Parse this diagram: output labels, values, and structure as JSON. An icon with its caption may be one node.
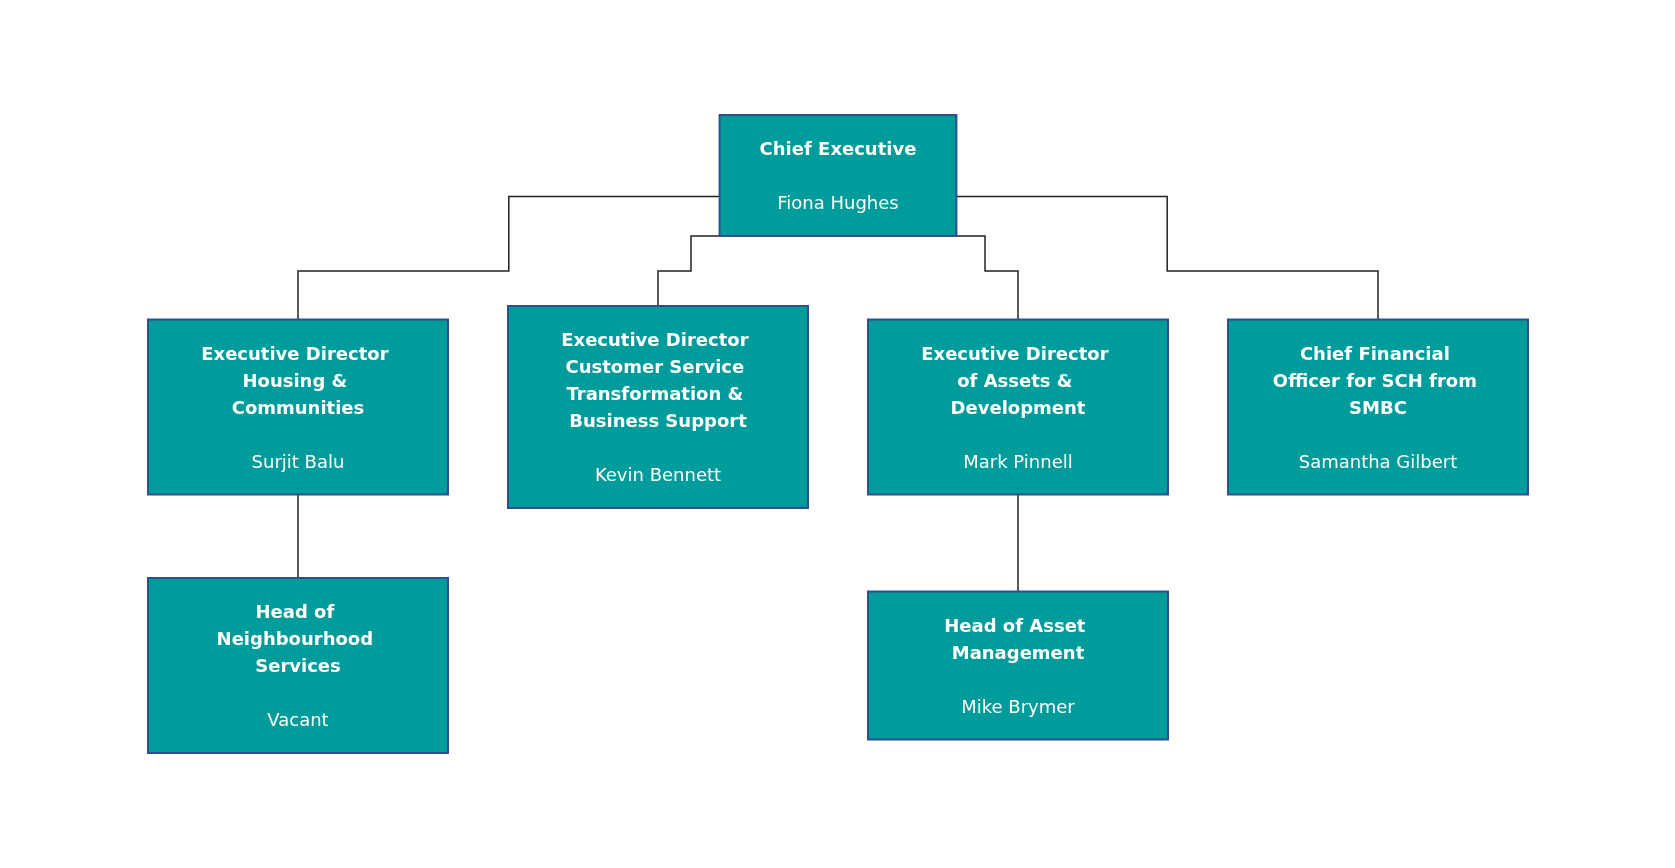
{
  "diagram": {
    "nodes": [
      {
        "text": [
          "Chief Executive",
          "Fiona Hughes"
        ]
      },
      {
        "text": [
          "Executive Director Housing & Communities",
          "Surjit Balu"
        ]
      },
      {
        "text": [
          "Executive Director Customer Service Transformation & Business Support",
          "Kevin Bennett"
        ]
      },
      {
        "text": [
          "Executive Director of Assets & Development",
          "Mark Pinnell"
        ]
      },
      {
        "text": [
          "Chief Financial Officer for SCH from SMBC",
          "Samantha Gilbert"
        ]
      },
      {
        "text": [
          "Head of Neighbourhood Services",
          "Vacant"
        ]
      },
      {
        "text": [
          "Head of Asset Management",
          "Mike Brymer"
        ]
      }
    ],
    "edges": [
      {
        "from": 0,
        "to": 1,
        "arrow": "none"
      },
      {
        "from": 0,
        "to": 2,
        "arrow": "none"
      },
      {
        "from": 0,
        "to": 3,
        "arrow": "none"
      },
      {
        "from": 0,
        "to": 4,
        "arrow": "none"
      },
      {
        "from": 1,
        "to": 5,
        "arrow": "none"
      },
      {
        "from": 3,
        "to": 6,
        "arrow": "none"
      }
    ]
  }
}
